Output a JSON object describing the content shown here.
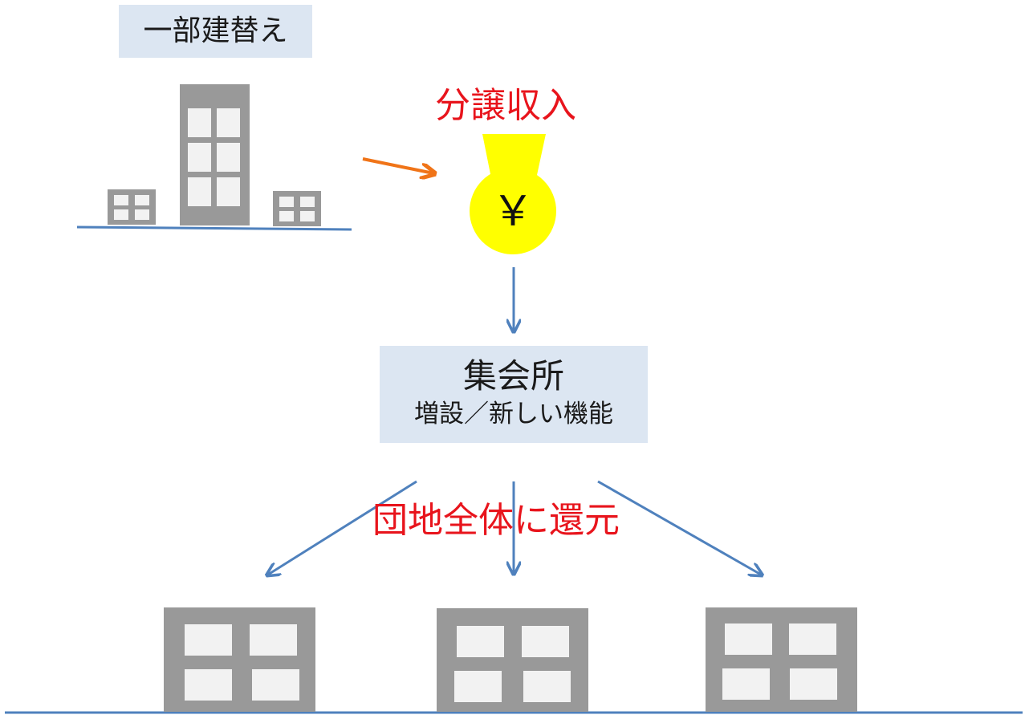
{
  "rebuild_label": "一部建替え",
  "sale_income_label": "分譲収入",
  "currency_symbol": "￥",
  "meeting_hall": {
    "title": "集会所",
    "subtitle": "増設／新しい機能"
  },
  "return_label": "団地全体に還元",
  "colors": {
    "building": "#999999",
    "window": "#f2f2f2",
    "ground_line": "#4f81bd",
    "arrow": "#4f81bd",
    "input_arrow": "#f07418",
    "coin": "#ffff00",
    "highlight_text": "#e8141c",
    "label_background": "#dce6f2"
  },
  "icons": {
    "buildings": "building-icon",
    "coin": "yen-coin-icon",
    "arrows": "arrow-icon"
  }
}
